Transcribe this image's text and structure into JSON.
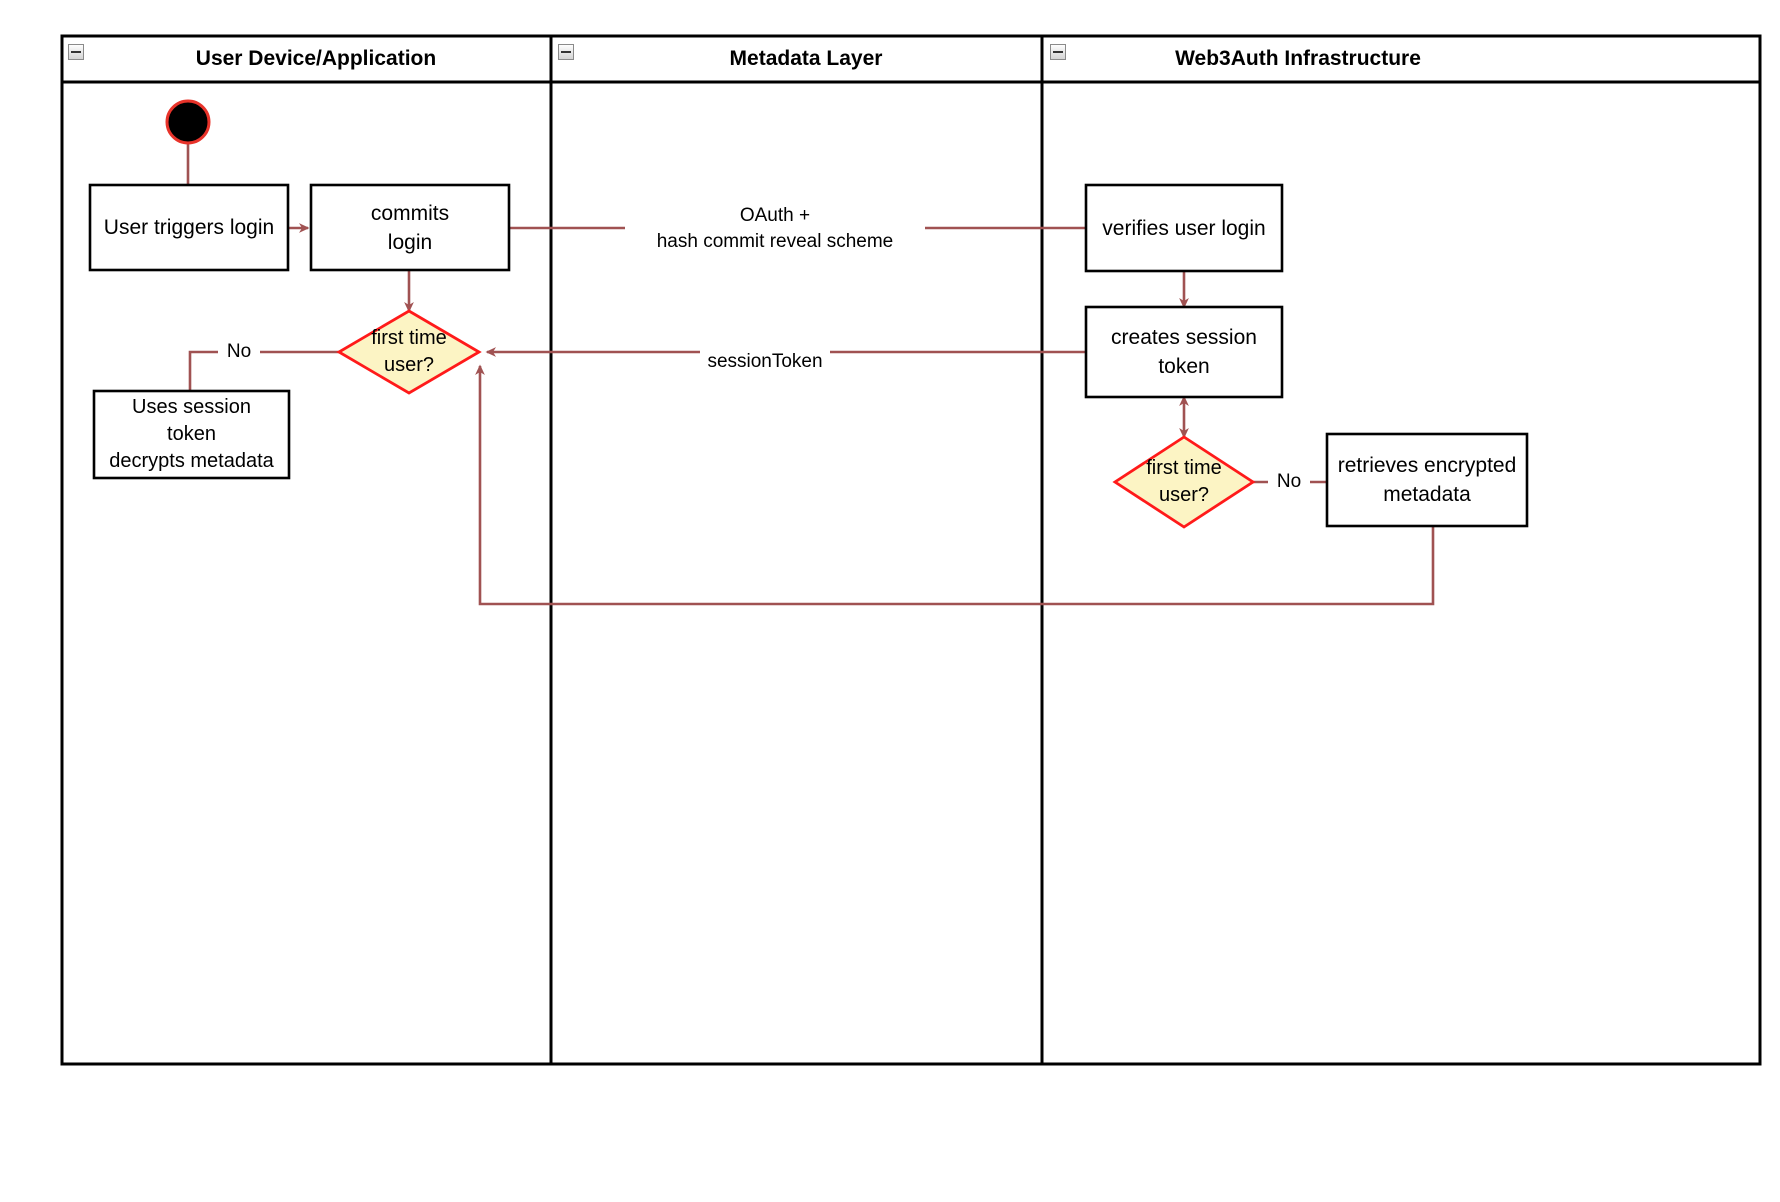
{
  "diagram": {
    "type": "uml-activity-swimlane",
    "title": "Web3Auth login activity diagram",
    "colors": {
      "edge": "#a05252",
      "decision_fill": "#fcf4c4",
      "decision_stroke": "#ff1a1a",
      "node_stroke": "#000000",
      "node_fill": "#ffffff",
      "start_fill": "#000000",
      "start_stroke": "#e8332a",
      "lane_stroke": "#000000",
      "text": "#000000"
    },
    "lanes": [
      {
        "id": "lane-user-device",
        "label": "User Device/Application",
        "collapse_icon": "collapse-minus-icon"
      },
      {
        "id": "lane-metadata",
        "label": "Metadata Layer",
        "collapse_icon": "collapse-minus-icon"
      },
      {
        "id": "lane-web3auth",
        "label": "Web3Auth Infrastructure",
        "collapse_icon": "collapse-minus-icon"
      }
    ],
    "nodes": [
      {
        "id": "start",
        "shape": "initial-node",
        "label": ""
      },
      {
        "id": "user-triggers-login",
        "shape": "activity",
        "label": "User triggers login"
      },
      {
        "id": "commits-login",
        "shape": "activity",
        "label": "commits\nlogin"
      },
      {
        "id": "first-time-user-left",
        "shape": "decision",
        "label": "first time\nuser?"
      },
      {
        "id": "uses-session-token",
        "shape": "activity",
        "label": "Uses session\ntoken\ndecrypts metadata"
      },
      {
        "id": "verifies-user-login",
        "shape": "activity",
        "label": "verifies user login"
      },
      {
        "id": "creates-session-token",
        "shape": "activity",
        "label": "creates session\ntoken"
      },
      {
        "id": "first-time-user-right",
        "shape": "decision",
        "label": "first time\nuser?"
      },
      {
        "id": "retrieves-encrypted-metadata",
        "shape": "activity",
        "label": "retrieves encrypted\nmetadata"
      }
    ],
    "edges": [
      {
        "id": "edge-start-to-trigger",
        "from": "start",
        "to": "user-triggers-login",
        "label": ""
      },
      {
        "id": "edge-trigger-to-commits",
        "from": "user-triggers-login",
        "to": "commits-login",
        "label": ""
      },
      {
        "id": "edge-commits-to-verifies",
        "from": "commits-login",
        "to": "verifies-user-login",
        "label": "OAuth +\nhash commit reveal scheme"
      },
      {
        "id": "edge-commits-to-decision",
        "from": "commits-login",
        "to": "first-time-user-left",
        "label": ""
      },
      {
        "id": "edge-decision-no-left",
        "from": "first-time-user-left",
        "to": "uses-session-token",
        "label": "No"
      },
      {
        "id": "edge-verifies-to-creates",
        "from": "verifies-user-login",
        "to": "creates-session-token",
        "label": ""
      },
      {
        "id": "edge-creates-to-decision-left",
        "from": "creates-session-token",
        "to": "first-time-user-left",
        "label": "sessionToken"
      },
      {
        "id": "edge-creates-to-decision-right",
        "from": "creates-session-token",
        "to": "first-time-user-right",
        "label": ""
      },
      {
        "id": "edge-decision-right-no",
        "from": "first-time-user-right",
        "to": "retrieves-encrypted-metadata",
        "label": "No"
      },
      {
        "id": "edge-retrieves-return",
        "from": "retrieves-encrypted-metadata",
        "to": "first-time-user-left",
        "label": ""
      }
    ],
    "edge_labels": {
      "oauth_line1": "OAuth +",
      "oauth_line2": "hash commit reveal scheme",
      "session_token": "sessionToken",
      "no_left": "No",
      "no_right": "No"
    }
  }
}
